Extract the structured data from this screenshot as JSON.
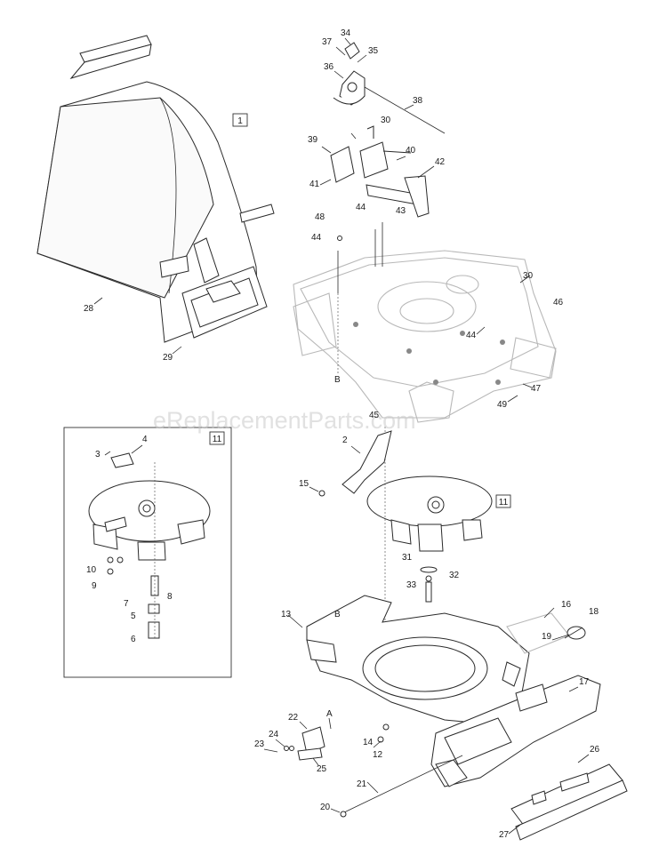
{
  "watermark": "eReplacementParts.com",
  "reference_boxes": [
    "1",
    "11",
    "11"
  ],
  "reference_letters": [
    "B",
    "B",
    "A"
  ],
  "callouts": {
    "c34": "34",
    "c37": "37",
    "c35": "35",
    "c36": "36",
    "c38": "38",
    "c30a": "30",
    "c39": "39",
    "c40": "40",
    "c42": "42",
    "c41": "41",
    "c48": "48",
    "c44a": "44",
    "c43": "43",
    "c44b": "44",
    "c44c": "44",
    "c30b": "30",
    "c46": "46",
    "c47": "47",
    "c49": "49",
    "c45": "45",
    "c28": "28",
    "c29": "29",
    "c2": "2",
    "c15": "15",
    "c3": "3",
    "c4": "4",
    "c10": "10",
    "c9": "9",
    "c7": "7",
    "c8": "8",
    "c5": "5",
    "c6": "6",
    "c31": "31",
    "c32": "32",
    "c33": "33",
    "c13": "13",
    "c16": "16",
    "c18": "18",
    "c19": "19",
    "c17": "17",
    "c22": "22",
    "c24": "24",
    "c23": "23",
    "c25": "25",
    "c14": "14",
    "c12": "12",
    "c21": "21",
    "c20": "20",
    "c26": "26",
    "c27": "27"
  }
}
